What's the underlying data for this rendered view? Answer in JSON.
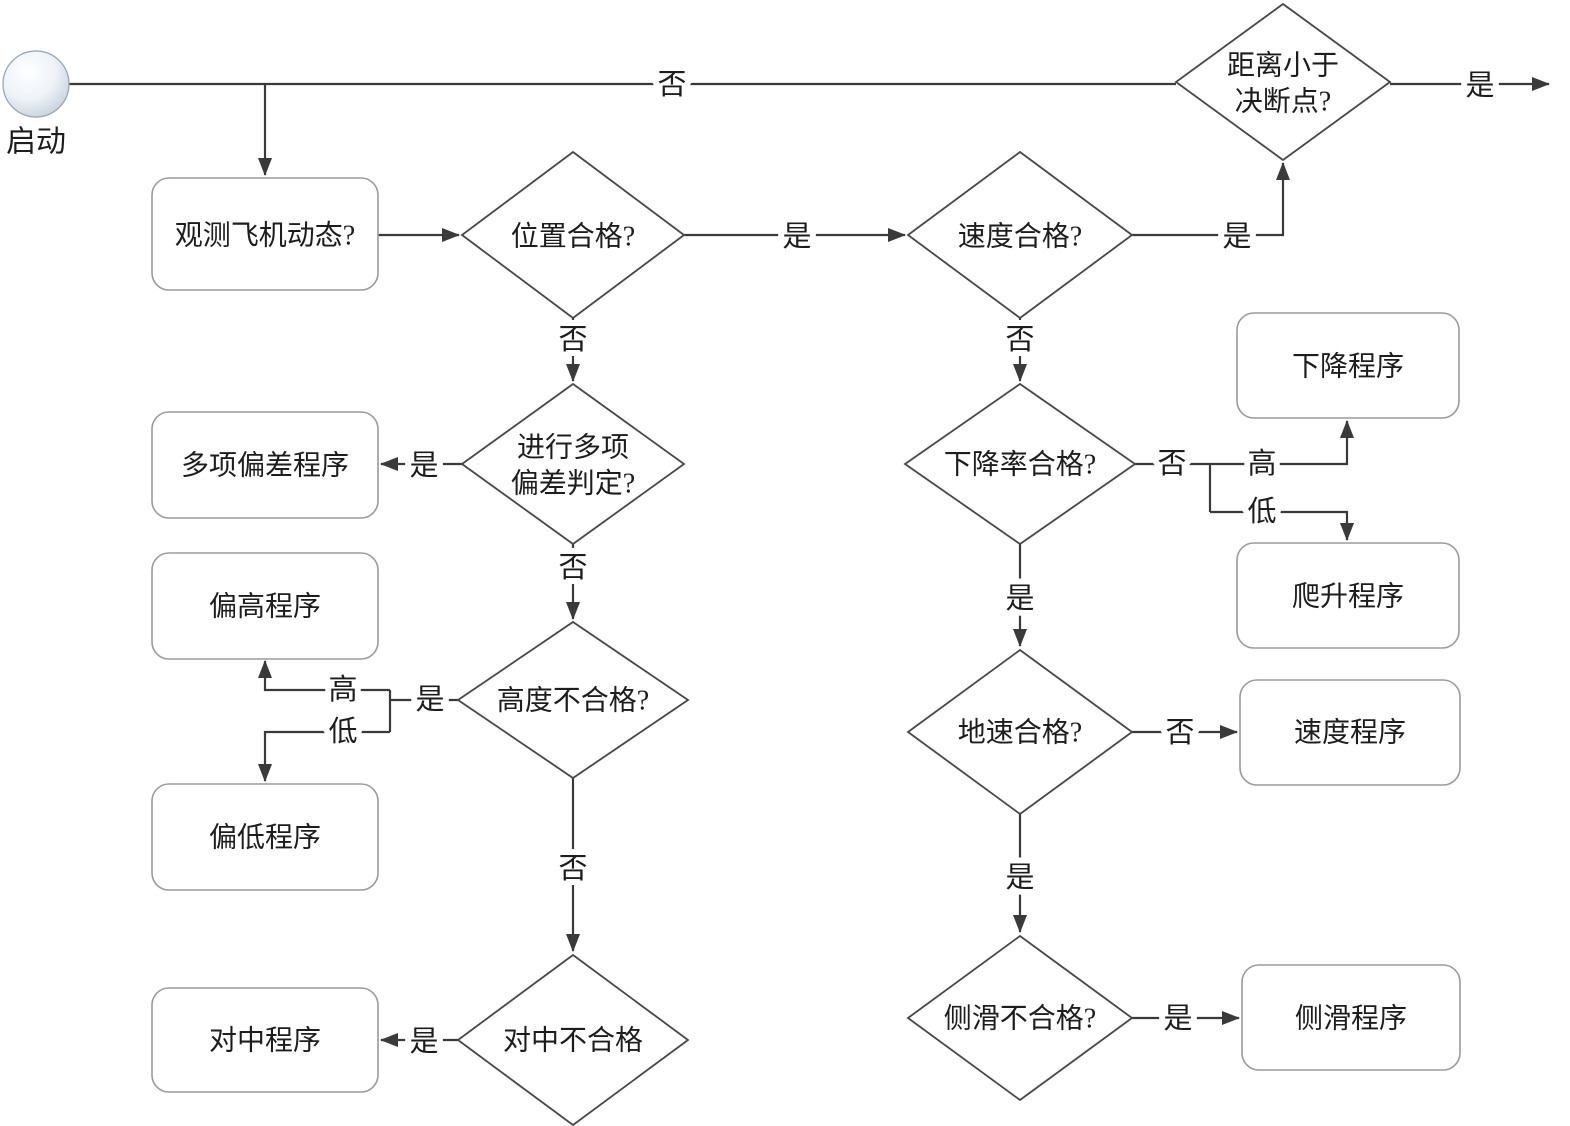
{
  "diagram": {
    "start_label": "启动",
    "nodes": {
      "observe": "观测飞机动态?",
      "position": "位置合格?",
      "speed": "速度合格?",
      "distance_line1": "距离小于",
      "distance_line2": "决断点?",
      "multi_line1": "进行多项",
      "multi_line2": "偏差判定?",
      "multi_proc": "多项偏差程序",
      "high_proc": "偏高程序",
      "low_proc": "偏低程序",
      "height": "高度不合格?",
      "center": "对中不合格",
      "center_proc": "对中程序",
      "descent": "下降率合格?",
      "descend_proc": "下降程序",
      "climb_proc": "爬升程序",
      "groundspeed": "地速合格?",
      "speed_proc": "速度程序",
      "sideslip": "侧滑不合格?",
      "sideslip_proc": "侧滑程序"
    },
    "labels": {
      "yes": "是",
      "no": "否",
      "high": "高",
      "low": "低"
    },
    "colors": {
      "line": "#3a3a3a",
      "diamond_border": "#474747",
      "box_border": "#9b9b9b",
      "text": "#1d1d1d",
      "start_fill_edge": "#c5cfda"
    }
  }
}
